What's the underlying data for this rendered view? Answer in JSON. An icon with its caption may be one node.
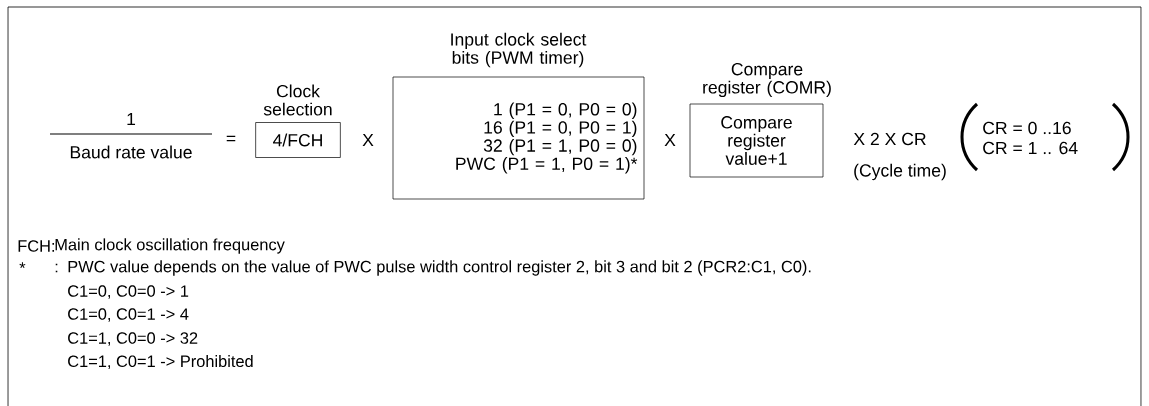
{
  "diagram": {
    "nodes": [
      {
        "text": [
          "Clock selection",
          "4/FCH"
        ]
      },
      {
        "text": [
          "Input clock select bits (PWM timer)",
          "1 (P1 = 0, P0 = 0)",
          "16 (P1 = 0, P0 = 1)",
          "32 (P1 = 1, P0 = 0)",
          "PWC (P1 = 1, P0 = 1)*"
        ]
      },
      {
        "text": [
          "Compare register (COMR)",
          "Compare register value+1"
        ]
      }
    ],
    "labels": [
      "1",
      "Baud rate value",
      "=",
      "X",
      "X",
      "X 2 X CR",
      "(Cycle time)",
      "CR = 0 ..16",
      "CR = 1 .. 64",
      "FCH:",
      "Main clock oscillation frequency",
      "*",
      ":",
      "PWC value depends on the value of PWC pulse width control register 2, bit 3 and bit 2 (PCR2:C1, C0).",
      "C1=0, C0=0 -> 1",
      "C1=0, C0=1 -> 4",
      "C1=1, C0=0 -> 32",
      "C1=1, C0=1 -> Prohibited"
    ]
  }
}
